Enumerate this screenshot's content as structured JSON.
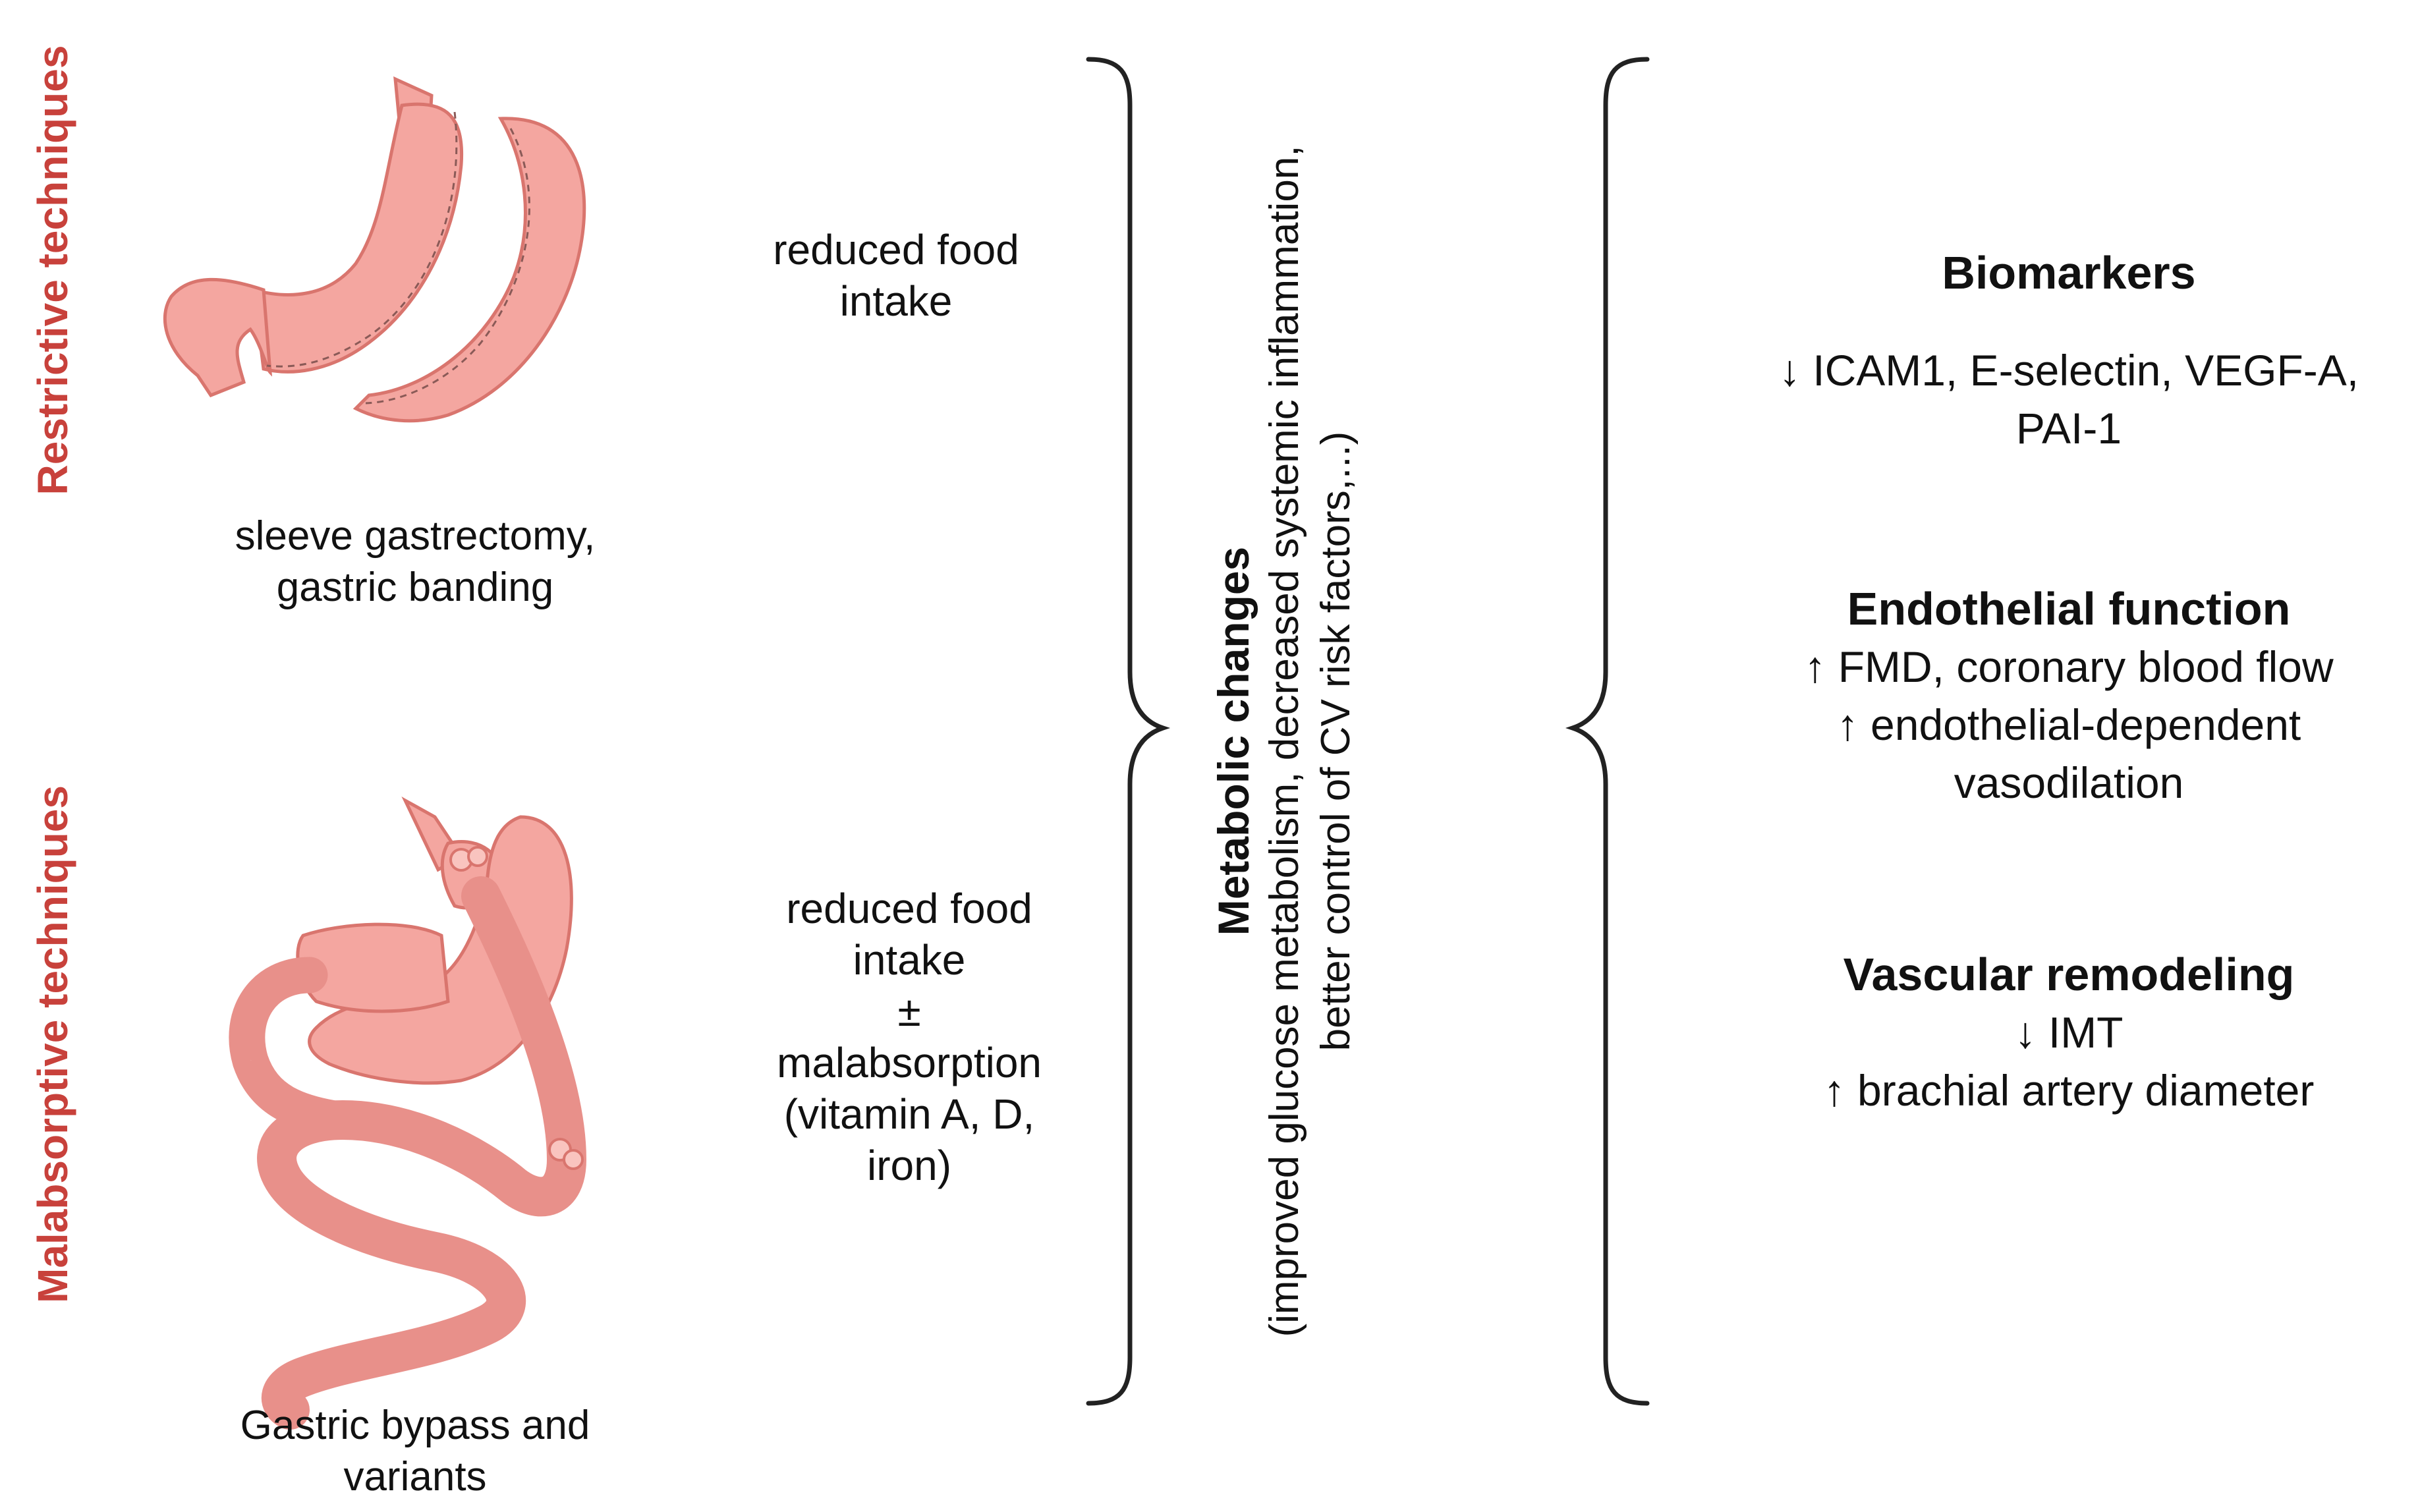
{
  "techniques": {
    "restrictive": {
      "label": "Restrictive techniques",
      "caption_lines": [
        "sleeve gastrectomy,",
        "gastric banding"
      ]
    },
    "malabsorptive": {
      "label": "Malabsorptive  techniques",
      "caption_lines": [
        "Gastric bypass and",
        "variants"
      ]
    }
  },
  "effects": {
    "restrictive": [
      "reduced food",
      "intake"
    ],
    "malabsorptive": [
      "reduced food",
      "intake",
      "±",
      "malabsorption",
      "(vitamin A, D,",
      "iron)"
    ]
  },
  "metabolic": {
    "title": "Metabolic changes",
    "lines": [
      "(improved glucose metabolism, decreased systemic inflammation,",
      "better control of CV risk factors,...)"
    ]
  },
  "outcomes": {
    "biomarkers": {
      "title": "Biomarkers",
      "lines": [
        "↓ ICAM1, E-selectin, VEGF-A,",
        "PAI-1"
      ]
    },
    "endothelial": {
      "title": "Endothelial function",
      "lines": [
        "↑  FMD, coronary blood flow",
        "↑ endothelial-dependent",
        "vasodilation"
      ]
    },
    "vascular": {
      "title": "Vascular remodeling",
      "lines": [
        "↓ IMT",
        "↑ brachial artery diameter"
      ]
    }
  },
  "colors": {
    "accent": "#c8413b",
    "stomach_fill": "#f4a6a0",
    "stomach_stroke": "#d9756e",
    "brace": "#222222"
  }
}
